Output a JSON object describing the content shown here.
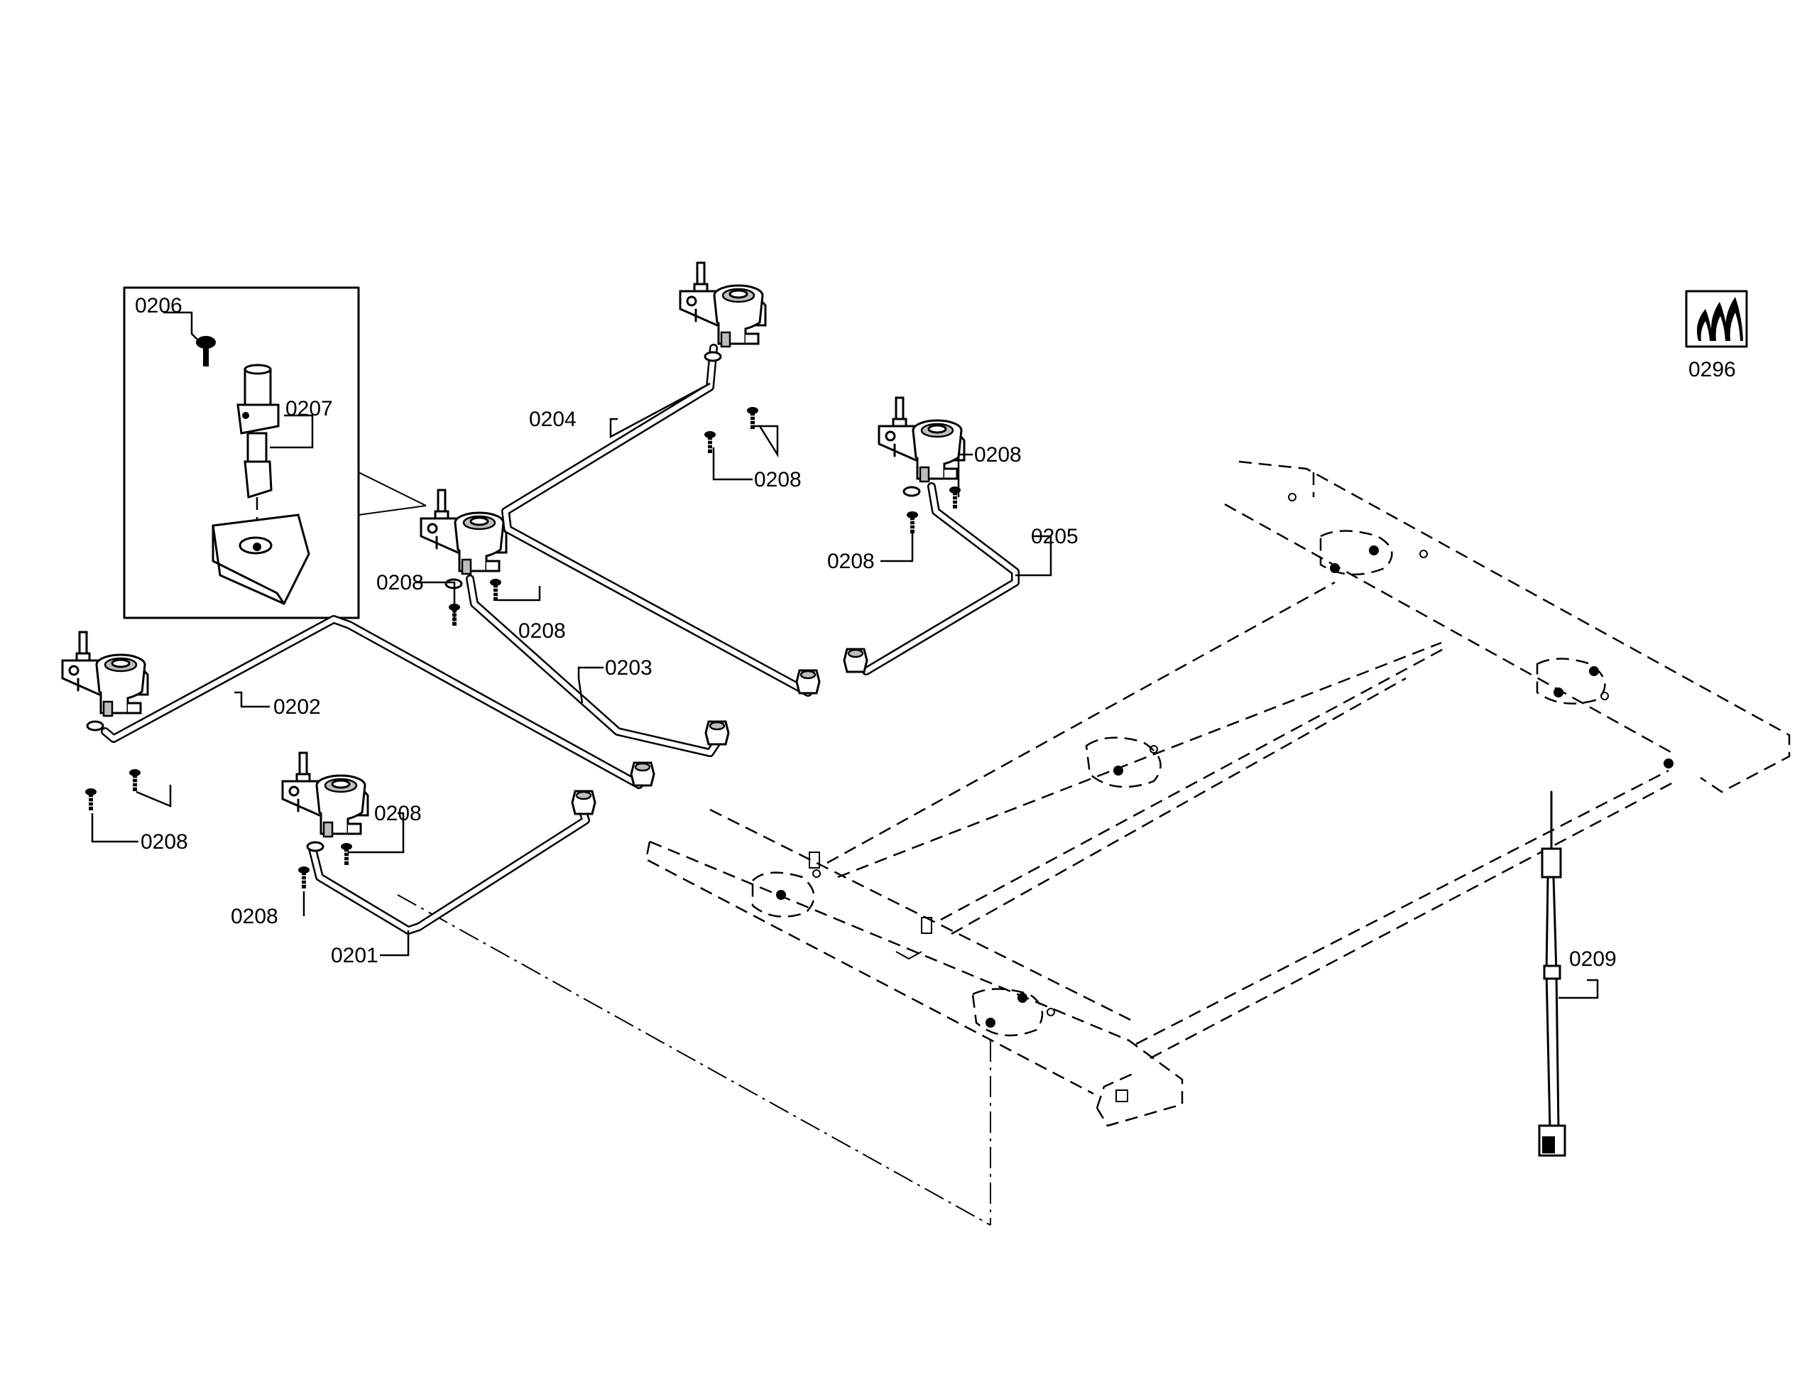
{
  "labels": {
    "p0201": "0201",
    "p0202": "0202",
    "p0203": "0203",
    "p0204": "0204",
    "p0205": "0205",
    "p0206": "0206",
    "p0207": "0207",
    "p0208": "0208",
    "p0209": "0209",
    "p0296": "0296"
  },
  "colors": {
    "line": "#000000",
    "background": "#ffffff"
  },
  "icons": {
    "flame_symbol": "gas-flame-icon"
  }
}
